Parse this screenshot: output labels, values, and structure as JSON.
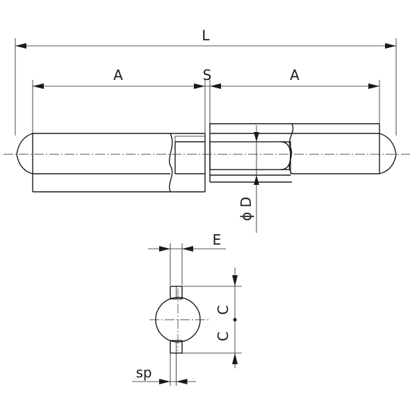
{
  "labels": {
    "overall_length": "L",
    "leaf_length_left": "A",
    "gap": "S",
    "leaf_length_right": "A",
    "diameter": "ϕ D",
    "offset": "E",
    "center_upper": "C",
    "center_lower": "C",
    "thickness": "sp"
  }
}
